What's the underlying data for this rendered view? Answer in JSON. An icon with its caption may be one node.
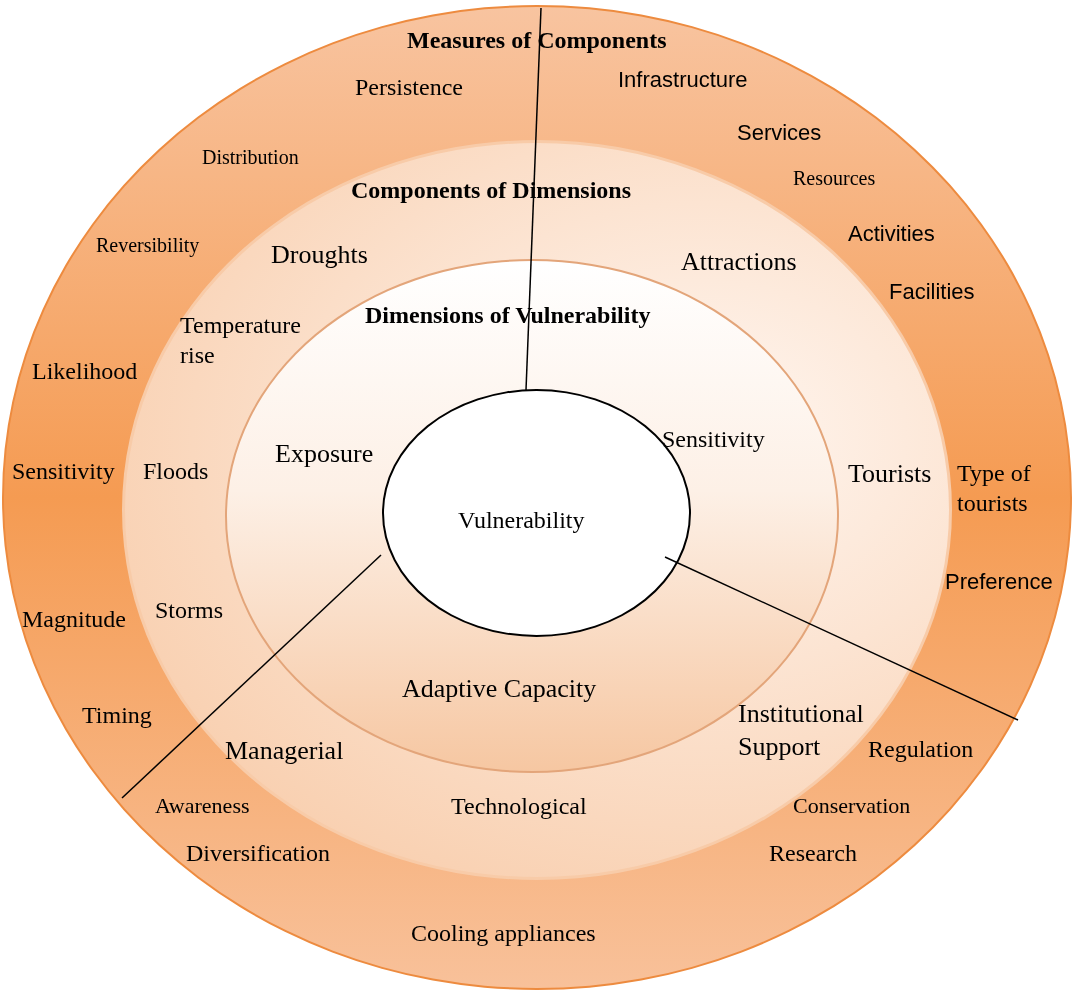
{
  "diagram": {
    "nodes": [
      {
        "text": [
          "Measures of Components"
        ]
      },
      {
        "text": [
          "Components of Dimensions"
        ],
        "in": 0
      },
      {
        "text": [
          "Dimensions of Vulnerability"
        ],
        "in": 1
      },
      {
        "text": [
          "Vulnerability"
        ],
        "in": 2
      }
    ],
    "labels": [
      "Persistence",
      "Infrastructure",
      "Services",
      "Distribution",
      "Resources",
      "Activities",
      "Reversibility",
      "Droughts",
      "Attractions",
      "Facilities",
      "Temperature rise",
      "Likelihood",
      "Sensitivity",
      "Floods",
      "Exposure",
      "Sensitivity",
      "Tourists",
      "Type of tourists",
      "Preference",
      "Storms",
      "Magnitude",
      "Adaptive Capacity",
      "Timing",
      "Institutional Support",
      "Managerial",
      "Regulation",
      "Awareness",
      "Technological",
      "Conservation",
      "Diversification",
      "Research",
      "Cooling appliances"
    ]
  }
}
